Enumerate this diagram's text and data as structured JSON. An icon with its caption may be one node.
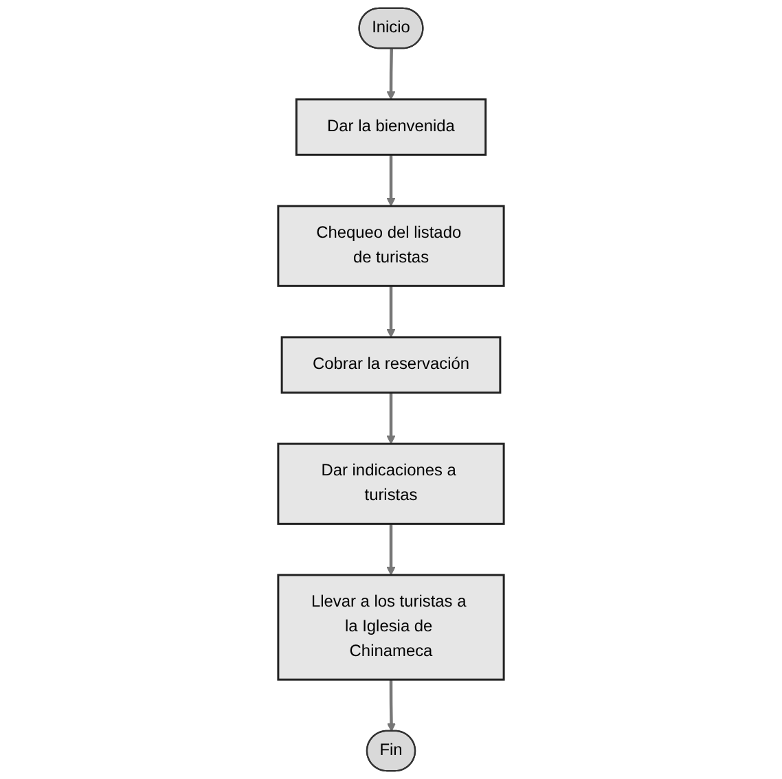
{
  "diagram": {
    "nodes": [
      {
        "text": [
          "Inicio"
        ]
      },
      {
        "text": [
          "Dar la bienvenida"
        ]
      },
      {
        "text": [
          "Chequeo del listado de turistas"
        ]
      },
      {
        "text": [
          "Cobrar la reservación"
        ]
      },
      {
        "text": [
          "Dar indicaciones a turistas"
        ]
      },
      {
        "text": [
          "Llevar a los turistas a la Iglesia de Chinameca"
        ]
      },
      {
        "text": [
          "Fin"
        ]
      }
    ],
    "edges": [
      {
        "from": 0,
        "to": 1,
        "arrow": "to"
      },
      {
        "from": 1,
        "to": 2,
        "arrow": "to"
      },
      {
        "from": 2,
        "to": 3,
        "arrow": "to"
      },
      {
        "from": 3,
        "to": 4,
        "arrow": "to"
      },
      {
        "from": 4,
        "to": 5,
        "arrow": "to"
      },
      {
        "from": 5,
        "to": 6,
        "arrow": "to"
      }
    ]
  }
}
